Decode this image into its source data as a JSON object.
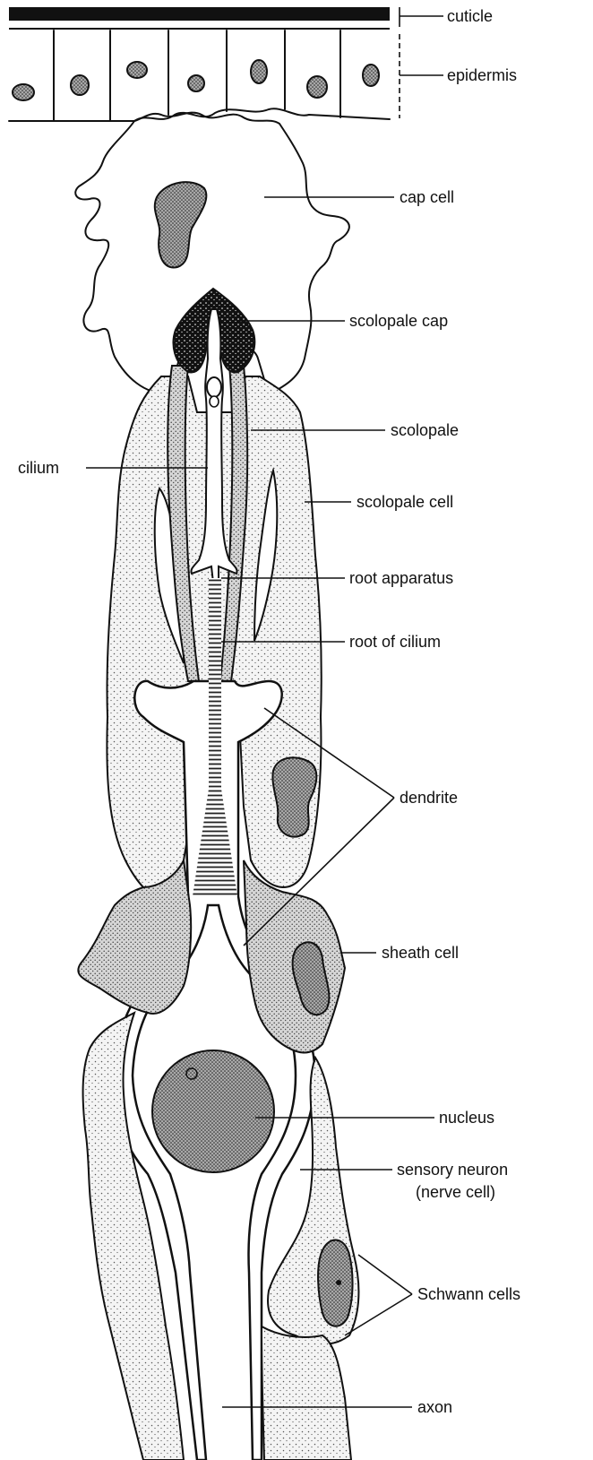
{
  "diagram": {
    "labels": {
      "cuticle": "cuticle",
      "epidermis": "epidermis",
      "cap_cell": "cap cell",
      "scolopale_cap": "scolopale cap",
      "scolopale": "scolopale",
      "cilium": "cilium",
      "scolopale_cell": "scolopale cell",
      "root_apparatus": "root apparatus",
      "root_of_cilium": "root of cilium",
      "dendrite": "dendrite",
      "sheath_cell": "sheath cell",
      "nucleus": "nucleus",
      "sensory_neuron_line1": "sensory neuron",
      "sensory_neuron_line2": "(nerve cell)",
      "schwann_cells": "Schwann cells",
      "axon": "axon"
    }
  }
}
